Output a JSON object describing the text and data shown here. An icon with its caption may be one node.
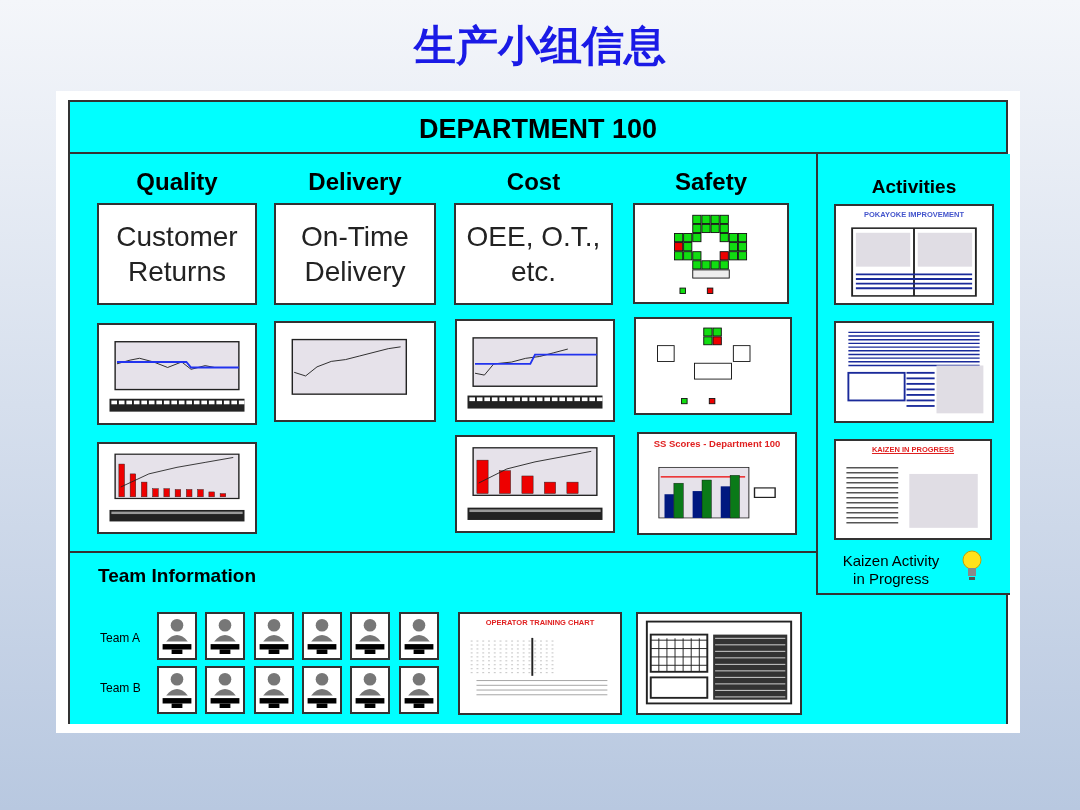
{
  "diagram": {
    "title": "生产小组信息",
    "nodes": [
      {
        "text": [
          "DEPARTMENT 100"
        ]
      },
      {
        "text": [
          "Quality",
          "Customer Returns"
        ],
        "in": 0
      },
      {
        "text": [
          "Delivery",
          "On-Time Delivery"
        ],
        "in": 0
      },
      {
        "text": [
          "Cost",
          "OEE, O.T., etc."
        ],
        "in": 0
      },
      {
        "text": [
          "Safety"
        ],
        "in": 0
      },
      {
        "text": [
          "Activities",
          "Kaizen Activity in Progress"
        ],
        "in": 0
      },
      {
        "text": [
          "POKAYOKE IMPROVEMENT"
        ],
        "in": 5
      },
      {
        "text": [],
        "shape": "picture",
        "in": 5
      },
      {
        "text": [
          "KAIZEN IN PROGRESS"
        ],
        "in": 5
      },
      {
        "text": [],
        "shape": "picture",
        "in": 0
      },
      {
        "text": [],
        "shape": "picture",
        "in": 0
      },
      {
        "text": [],
        "shape": "picture",
        "in": 0
      },
      {
        "text": [],
        "shape": "picture",
        "in": 0
      },
      {
        "text": [],
        "shape": "picture",
        "in": 0
      },
      {
        "text": [],
        "shape": "picture",
        "in": 0
      },
      {
        "text": [
          "SS Scores - Department 100"
        ],
        "in": 0
      },
      {
        "text": [
          "Team Information"
        ],
        "in": 0
      },
      {
        "text": [],
        "shape": "person",
        "in": 16
      },
      {
        "text": [],
        "shape": "person",
        "in": 16
      },
      {
        "text": [],
        "shape": "person",
        "in": 16
      },
      {
        "text": [],
        "shape": "person",
        "in": 16
      },
      {
        "text": [],
        "shape": "person",
        "in": 16
      },
      {
        "text": [],
        "shape": "person",
        "in": 16
      },
      {
        "text": [],
        "shape": "person",
        "in": 16
      },
      {
        "text": [],
        "shape": "person",
        "in": 16
      },
      {
        "text": [],
        "shape": "person",
        "in": 16
      },
      {
        "text": [],
        "shape": "person",
        "in": 16
      },
      {
        "text": [],
        "shape": "person",
        "in": 16
      },
      {
        "text": [],
        "shape": "person",
        "in": 16
      },
      {
        "text": [
          "OPERATOR TRAINING CHART"
        ],
        "in": 16
      },
      {
        "text": [],
        "shape": "picture",
        "in": 16
      }
    ],
    "labels": [
      "Team A",
      "Team B"
    ]
  }
}
